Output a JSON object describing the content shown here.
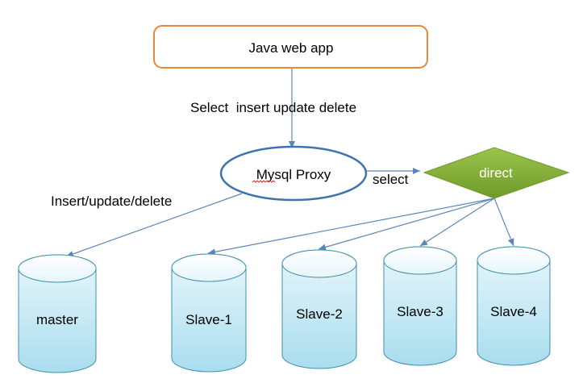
{
  "app": {
    "label": "Java web app"
  },
  "edges": {
    "app_to_proxy": "Select  insert update delete",
    "proxy_to_direct": "select",
    "proxy_to_master": "Insert/update/delete"
  },
  "proxy": {
    "label": "Mysql Proxy"
  },
  "direct": {
    "label": "direct"
  },
  "databases": {
    "master": "master",
    "slave1": "Slave-1",
    "slave2": "Slave-2",
    "slave3": "Slave-3",
    "slave4": "Slave-4"
  },
  "colors": {
    "app_border": "#E8893A",
    "arrow": "#5B87B8",
    "proxy_border": "#3E74AE",
    "diamond_fill": "#7EA535",
    "cylinder_light": "#E9F7FC",
    "cylinder_dark": "#A9DDEE",
    "cylinder_border": "#3F8FB0",
    "underline_red": "#D02020"
  }
}
